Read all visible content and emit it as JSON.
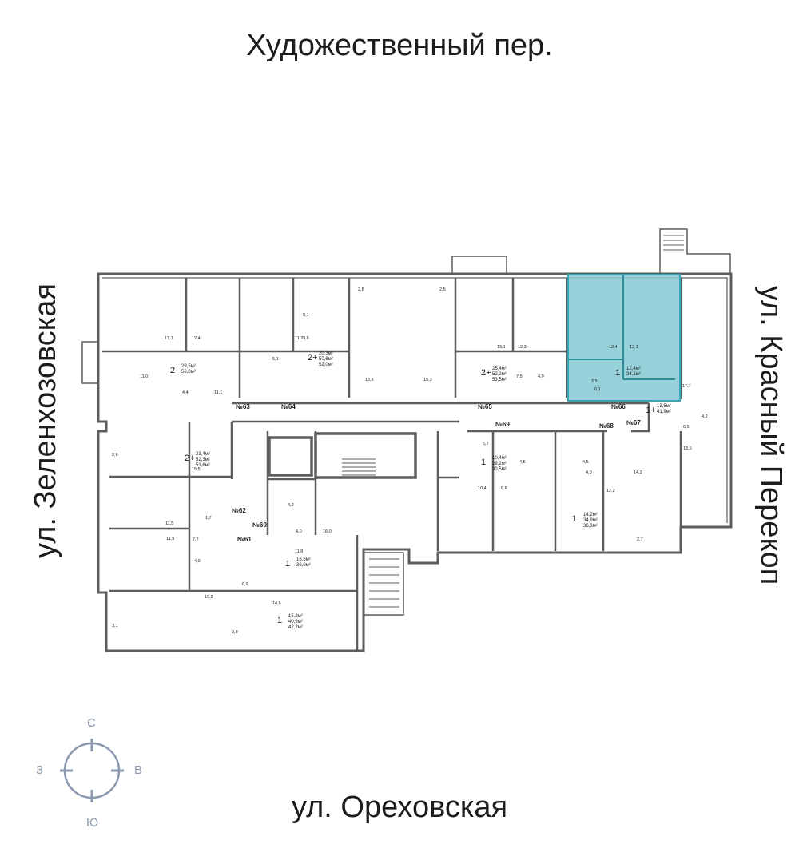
{
  "streets": {
    "top": "Художественный пер.",
    "bottom": "ул. Ореховская",
    "left": "ул. Зеленхозовская",
    "right": "ул. Красный Перекоп"
  },
  "compass": {
    "north": "С",
    "east": "В",
    "south": "Ю",
    "west": "З"
  },
  "colors": {
    "wall": "#5d5d5d",
    "highlight": "#8ccdd6",
    "highlight_border": "#3aa6b4",
    "compass": "#8a99ae",
    "text": "#1d1d1b"
  },
  "highlighted_apartment": "№66",
  "apartment_numbers": [
    "№63",
    "№64",
    "№65",
    "№66",
    "№67",
    "№68",
    "№69",
    "№62",
    "№60",
    "№61"
  ],
  "apartment_labels": [
    {
      "rooms": "2",
      "area1": "29,5м²",
      "area2": "56,0м²",
      "area3": ""
    },
    {
      "rooms": "2+",
      "area1": "20,3м²",
      "area2": "50,6м²",
      "area3": "52,0м²"
    },
    {
      "rooms": "2+",
      "area1": "25,4м²",
      "area2": "52,2м²",
      "area3": "53,5м²"
    },
    {
      "rooms": "1",
      "area1": "12,4м²",
      "area2": "34,1м²",
      "area3": ""
    },
    {
      "rooms": "1+",
      "area1": "13,5м²",
      "area2": "41,9м²",
      "area3": ""
    },
    {
      "rooms": "2+",
      "area1": "23,4м²",
      "area2": "52,3м²",
      "area3": "53,6м²"
    },
    {
      "rooms": "1",
      "area1": "10,4м²",
      "area2": "29,2м²",
      "area3": "30,5м²"
    },
    {
      "rooms": "1",
      "area1": "14,2м²",
      "area2": "34,9м²",
      "area3": "36,3м²"
    },
    {
      "rooms": "1",
      "area1": "16,6м²",
      "area2": "36,0м²",
      "area3": ""
    },
    {
      "rooms": "1",
      "area1": "15,2м²",
      "area2": "40,6м²",
      "area3": "42,2м²"
    }
  ],
  "room_areas": [
    "17,1",
    "12,4",
    "11,0",
    "4,4",
    "11,1",
    "9,1",
    "11,2",
    "9,6",
    "5,1",
    "2,8",
    "2,5",
    "15,6",
    "15,3",
    "13,1",
    "12,3",
    "7,5",
    "4,0",
    "12,4",
    "12,1",
    "3,5",
    "6,1",
    "17,7",
    "4,2",
    "6,5",
    "13,5",
    "2,6",
    "15,5",
    "11,5",
    "1,7",
    "7,7",
    "11,9",
    "4,0",
    "4,2",
    "4,0",
    "16,0",
    "11,8",
    "5,7",
    "4,5",
    "4,5",
    "8,6",
    "10,4",
    "4,0",
    "14,2",
    "12,2",
    "2,7",
    "6,9",
    "15,2",
    "14,6",
    "3,9",
    "3,1"
  ]
}
